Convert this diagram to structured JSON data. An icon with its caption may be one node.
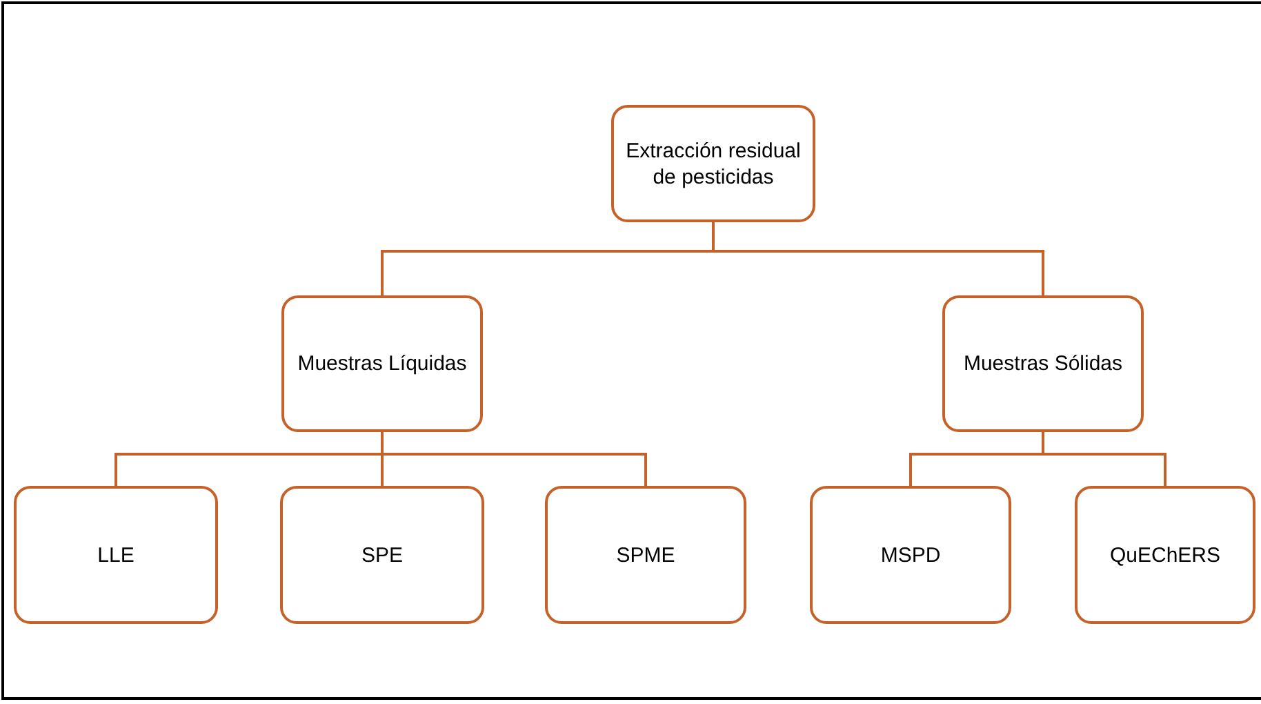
{
  "diagram": {
    "nodes": [
      {
        "text": [
          "Extracción residual de pesticidas"
        ]
      },
      {
        "text": [
          "Muestras Líquidas"
        ]
      },
      {
        "text": [
          "Muestras Sólidas"
        ]
      },
      {
        "text": [
          "LLE"
        ]
      },
      {
        "text": [
          "SPE"
        ]
      },
      {
        "text": [
          "SPME"
        ]
      },
      {
        "text": [
          "MSPD"
        ]
      },
      {
        "text": [
          "QuEChERS"
        ]
      }
    ],
    "edges": [
      {
        "from": 0,
        "to": 1,
        "arrow": "none"
      },
      {
        "from": 0,
        "to": 2,
        "arrow": "none"
      },
      {
        "from": 1,
        "to": 3,
        "arrow": "none"
      },
      {
        "from": 1,
        "to": 4,
        "arrow": "none"
      },
      {
        "from": 1,
        "to": 5,
        "arrow": "none"
      },
      {
        "from": 2,
        "to": 6,
        "arrow": "none"
      },
      {
        "from": 2,
        "to": 7,
        "arrow": "none"
      }
    ]
  }
}
